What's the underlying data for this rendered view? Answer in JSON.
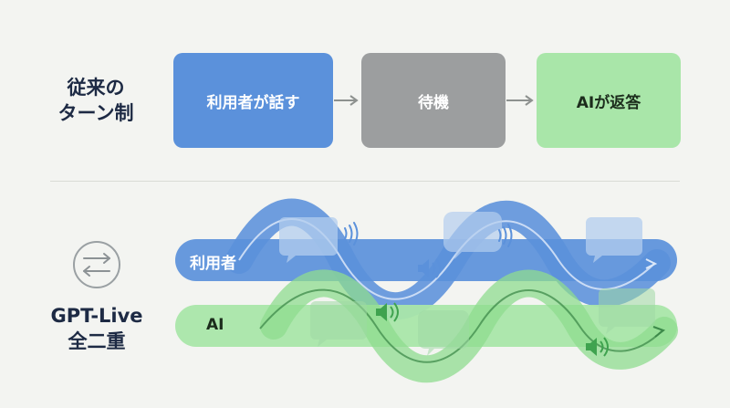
{
  "turn_based": {
    "label": "従来の\nターン制",
    "steps": [
      "利用者が話す",
      "待機",
      "AIが返答"
    ]
  },
  "full_duplex": {
    "label": "GPT-Live\n全二重",
    "lanes": {
      "user": "利用者",
      "ai": "AI"
    }
  },
  "colors": {
    "user_blue": "#5b91db",
    "wait_gray": "#9c9e9f",
    "ai_green": "#a9e6a9",
    "label_navy": "#1d2a44"
  },
  "icons": [
    "swap-arrows-icon",
    "speech-bubble-icon",
    "speaker-icon",
    "sound-waves-icon"
  ]
}
